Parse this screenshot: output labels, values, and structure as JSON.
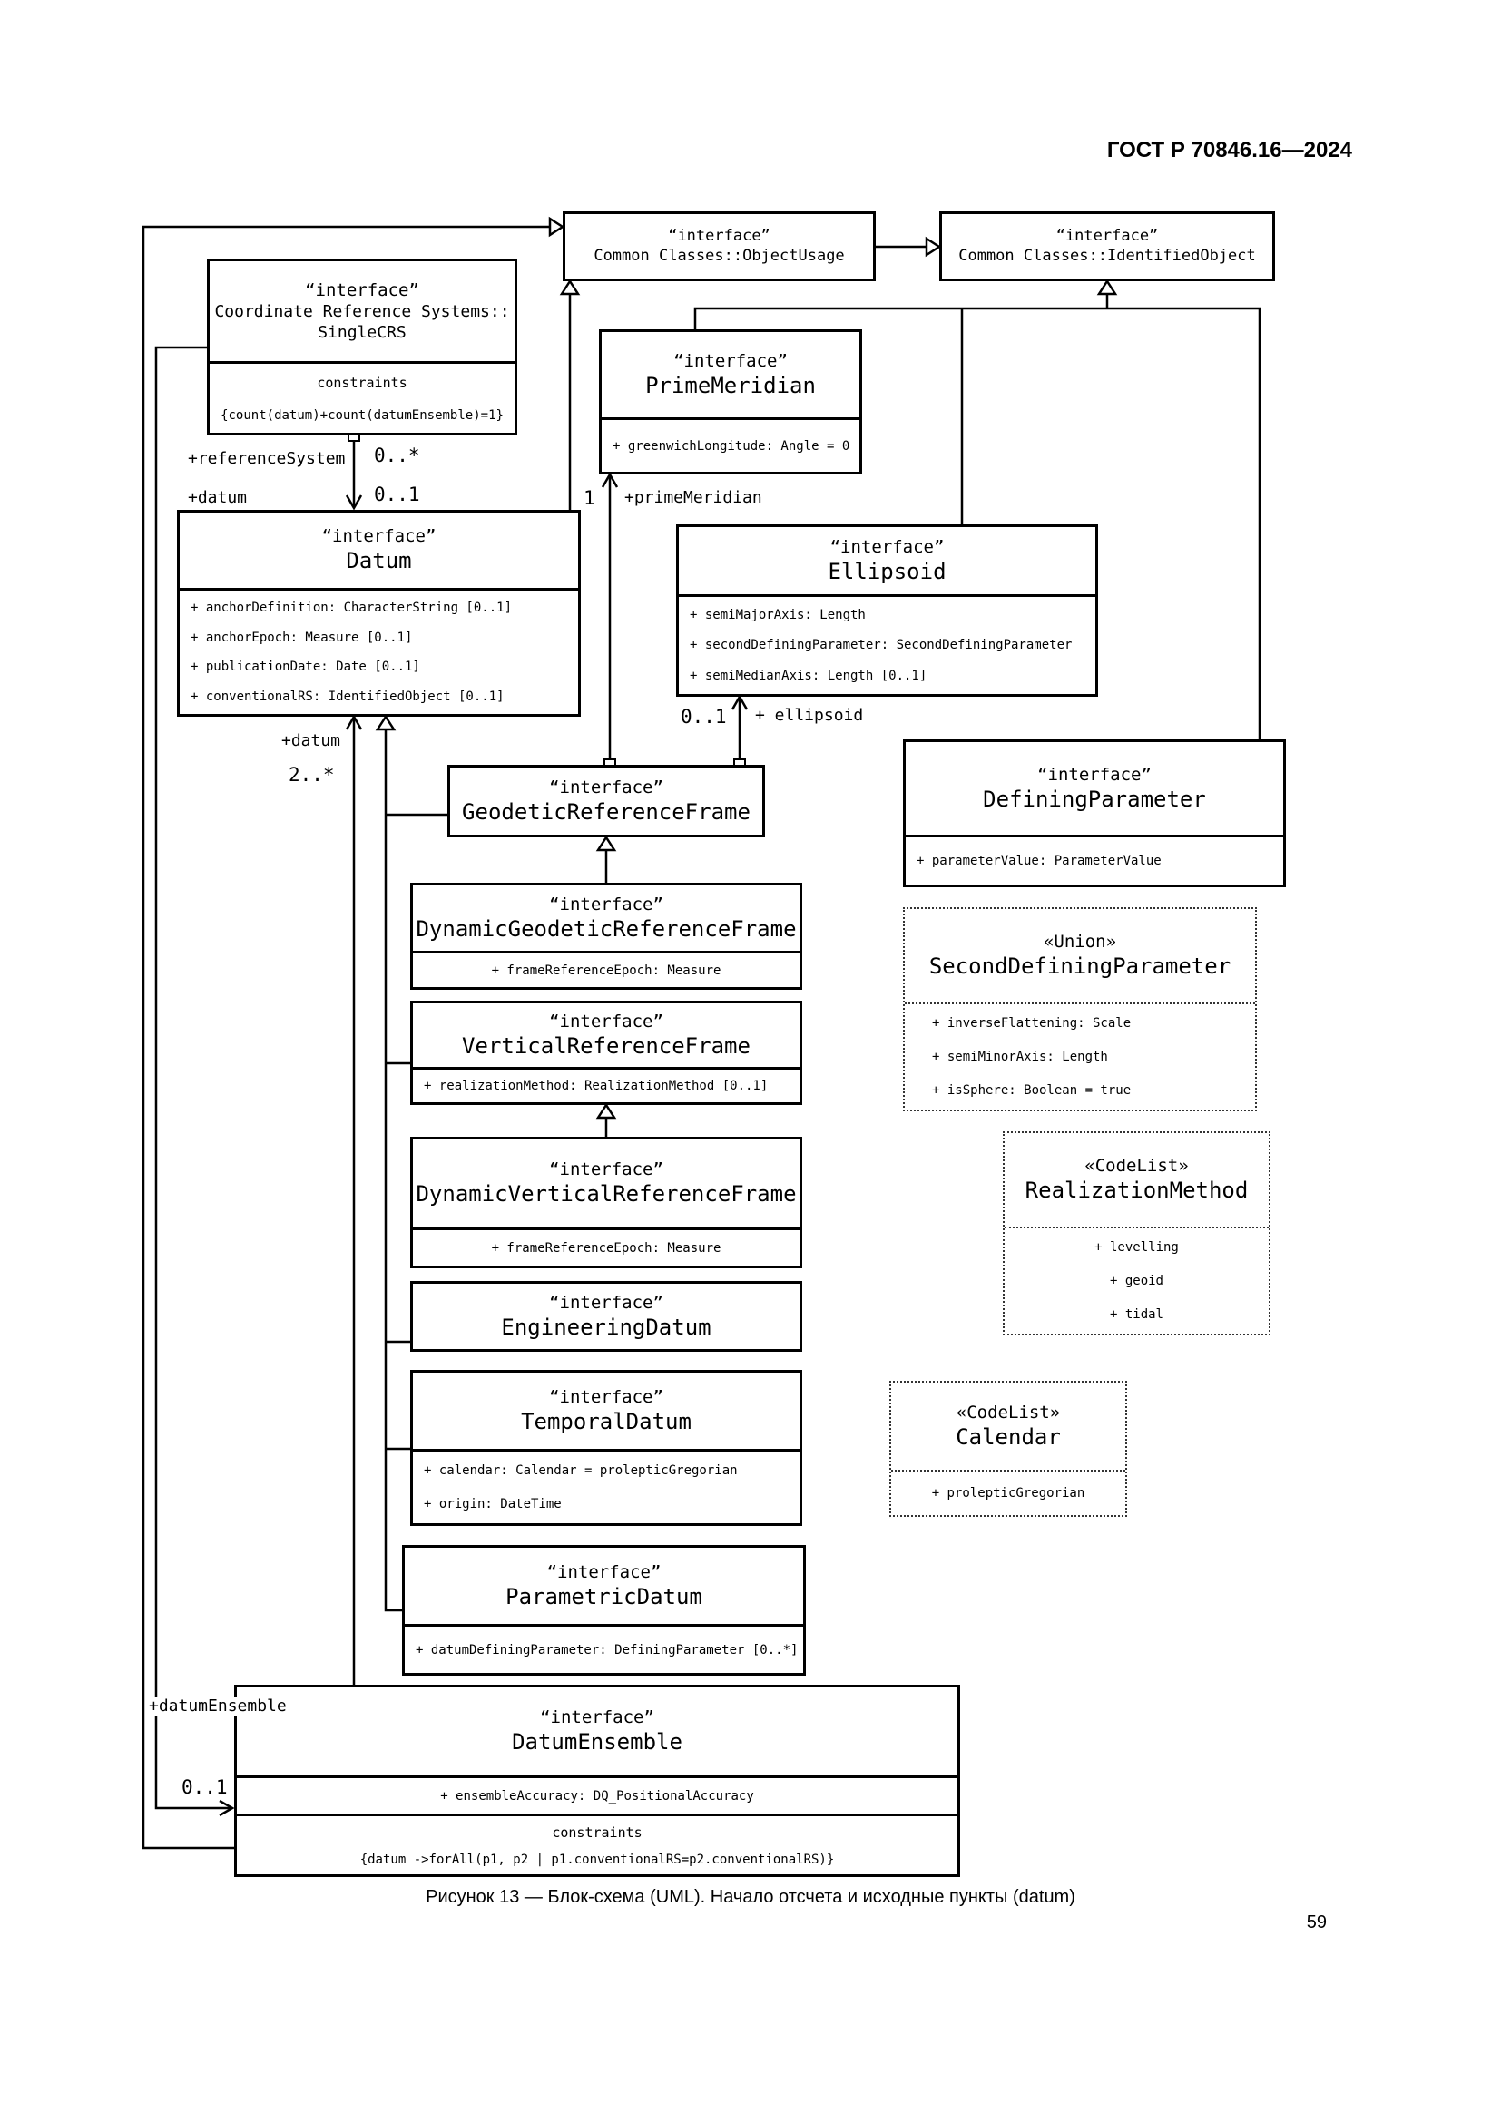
{
  "page": {
    "header": "ГОСТ Р 70846.16—2024",
    "caption": "Рисунок 13 — Блок-схема (UML). Начало отсчета и исходные пункты (datum)",
    "page_number": "59"
  },
  "boxes": {
    "object_usage": {
      "stereotype": "“interface”",
      "name": "Common Classes::ObjectUsage"
    },
    "identified_object": {
      "stereotype": "“interface”",
      "name": "Common Classes::IdentifiedObject"
    },
    "single_crs": {
      "stereotype": "“interface”",
      "name_line1": "Coordinate Reference Systems::",
      "name_line2": "SingleCRS",
      "constraints_label": "constraints",
      "constraint": "{count(datum)+count(datumEnsemble)=1}"
    },
    "prime_meridian": {
      "stereotype": "“interface”",
      "name": "PrimeMeridian",
      "attrs": [
        "+ greenwichLongitude: Angle = 0"
      ]
    },
    "ellipsoid": {
      "stereotype": "“interface”",
      "name": "Ellipsoid",
      "attrs": [
        "+ semiMajorAxis: Length",
        "+ secondDefiningParameter: SecondDefiningParameter",
        "+ semiMedianAxis: Length [0..1]"
      ]
    },
    "datum": {
      "stereotype": "“interface”",
      "name": "Datum",
      "attrs": [
        "+ anchorDefinition: CharacterString [0..1]",
        "+ anchorEpoch: Measure [0..1]",
        "+ publicationDate: Date [0..1]",
        "+ conventionalRS: IdentifiedObject [0..1]"
      ]
    },
    "defining_parameter": {
      "stereotype": "“interface”",
      "name": "DefiningParameter",
      "attrs": [
        "+ parameterValue: ParameterValue"
      ]
    },
    "second_defining_parameter": {
      "stereotype": "«Union»",
      "name": "SecondDefiningParameter",
      "attrs": [
        "+ inverseFlattening: Scale",
        "+ semiMinorAxis: Length",
        "+ isSphere: Boolean = true"
      ]
    },
    "geodetic_reference_frame": {
      "stereotype": "“interface”",
      "name": "GeodeticReferenceFrame"
    },
    "dynamic_geodetic_reference_frame": {
      "stereotype": "“interface”",
      "name": "DynamicGeodeticReferenceFrame",
      "attrs": [
        "+ frameReferenceEpoch: Measure"
      ]
    },
    "vertical_reference_frame": {
      "stereotype": "“interface”",
      "name": "VerticalReferenceFrame",
      "attrs": [
        "+ realizationMethod: RealizationMethod [0..1]"
      ]
    },
    "realization_method": {
      "stereotype": "«CodeList»",
      "name": "RealizationMethod",
      "attrs": [
        "+ levelling",
        "+ geoid",
        "+ tidal"
      ]
    },
    "dynamic_vertical_reference_frame": {
      "stereotype": "“interface”",
      "name": "DynamicVerticalReferenceFrame",
      "attrs": [
        "+ frameReferenceEpoch: Measure"
      ]
    },
    "engineering_datum": {
      "stereotype": "“interface”",
      "name": "EngineeringDatum"
    },
    "temporal_datum": {
      "stereotype": "“interface”",
      "name": "TemporalDatum",
      "attrs": [
        "+ calendar: Calendar = prolepticGregorian",
        "+ origin: DateTime"
      ]
    },
    "calendar": {
      "stereotype": "«CodeList»",
      "name": "Calendar",
      "attrs": [
        "+ prolepticGregorian"
      ]
    },
    "parametric_datum": {
      "stereotype": "“interface”",
      "name": "ParametricDatum",
      "attrs": [
        "+ datumDefiningParameter: DefiningParameter [0..*]"
      ]
    },
    "datum_ensemble": {
      "stereotype": "“interface”",
      "name": "DatumEnsemble",
      "attrs": [
        "+ ensembleAccuracy: DQ_PositionalAccuracy"
      ],
      "constraints_label": "constraints",
      "constraint": "{datum ->forAll(p1, p2 | p1.conventionalRS=p2.conventionalRS)}"
    }
  },
  "assoc_labels": {
    "reference_system": "+referenceSystem",
    "reference_system_mult": "0..*",
    "datum": "+datum",
    "datum_mult": "0..1",
    "datum_lower": "+datum",
    "datum_lower_mult": "2..*",
    "prime_meridian": "+primeMeridian",
    "prime_meridian_mult": "1",
    "ellipsoid": "+ ellipsoid",
    "ellipsoid_mult": "0..1",
    "datum_ensemble": "+datumEnsemble",
    "datum_ensemble_mult": "0..1"
  }
}
